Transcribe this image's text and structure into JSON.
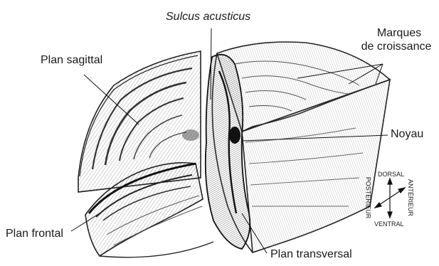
{
  "labels": {
    "sulcus": "Sulcus acusticus",
    "marques": "Marques",
    "croissance": "de croissance",
    "sagittal": "Plan sagittal",
    "noyau": "Noyau",
    "frontal": "Plan frontal",
    "transversal": "Plan transversal"
  },
  "compass": {
    "dorsal": "DORSAL",
    "ventral": "VENTRAL",
    "anterieur": "ANTÉRIEUR",
    "posterieur": "POSTÉRIEUR"
  }
}
